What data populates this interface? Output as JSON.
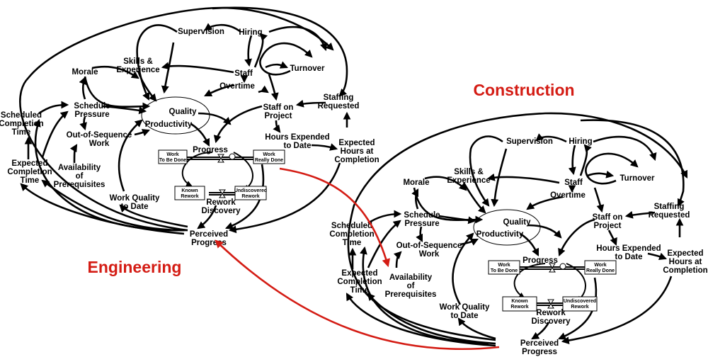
{
  "titles": {
    "engineering": "Engineering",
    "construction": "Construction",
    "title_color": "#d41c14"
  },
  "engineering": {
    "supervision": "Supervision",
    "hiring": "Hiring",
    "skills_1": "Skills &",
    "skills_2": "Experience",
    "morale": "Morale",
    "staff": "Staff",
    "turnover": "Turnover",
    "overtime": "Overtime",
    "staffing_1": "Staffing",
    "staffing_2": "Requested",
    "staff_on_1": "Staff on",
    "staff_on_2": "Project",
    "sched_pressure_1": "Schedule",
    "sched_pressure_2": "Pressure",
    "sched_completion_1": "Scheduled",
    "sched_completion_2": "Completion",
    "sched_completion_3": "Time",
    "quality": "Quality",
    "productivity": "Productivity",
    "oos_1": "Out-of-Sequence",
    "oos_2": "Work",
    "hours_exp_1": "Hours Expended",
    "hours_exp_2": "to Date",
    "exp_hours_1": "Expected",
    "exp_hours_2": "Hours at",
    "exp_hours_3": "Completion",
    "progress": "Progress",
    "work_tbd_1": "Work",
    "work_tbd_2": "To Be Done",
    "work_rd_1": "Work",
    "work_rd_2": "Really Done",
    "exp_completion_1": "Expected",
    "exp_completion_2": "Completion",
    "exp_completion_3": "Time",
    "avail_1": "Availability",
    "avail_2": "of",
    "avail_3": "Prerequisites",
    "known_1": "Known",
    "known_2": "Rework",
    "undisc_1": "Undiscovered",
    "undisc_2": "Rework",
    "rework_disc_1": "Rework",
    "rework_disc_2": "Discovery",
    "wq_1": "Work Quality",
    "wq_2": "to Date",
    "perceived_1": "Perceived",
    "perceived_2": "Progress"
  },
  "construction": {
    "supervision": "Supervision",
    "hiring": "Hiring",
    "skills_1": "Skills &",
    "skills_2": "Experience",
    "morale": "Morale",
    "staff": "Staff",
    "turnover": "Turnover",
    "overtime": "Overtime",
    "staffing_1": "Staffing",
    "staffing_2": "Requested",
    "staff_on_1": "Staff on",
    "staff_on_2": "Project",
    "sched_pressure_1": "Schedule",
    "sched_pressure_2": "Pressure",
    "sched_completion_1": "Scheduled",
    "sched_completion_2": "Completion",
    "sched_completion_3": "Time",
    "quality": "Quality",
    "productivity": "Productivity",
    "oos_1": "Out-of-Sequence",
    "oos_2": "Work",
    "hours_exp_1": "Hours Expended",
    "hours_exp_2": "to Date",
    "exp_hours_1": "Expected",
    "exp_hours_2": "Hours at",
    "exp_hours_3": "Completion",
    "progress": "Progress",
    "work_tbd_1": "Work",
    "work_tbd_2": "To Be Done",
    "work_rd_1": "Work",
    "work_rd_2": "Really Done",
    "exp_completion_1": "Expected",
    "exp_completion_2": "Completion",
    "exp_completion_3": "Time",
    "avail_1": "Availability",
    "avail_2": "of",
    "avail_3": "Prerequisites",
    "known_1": "Known",
    "known_2": "Rework",
    "undisc_1": "Undiscovered",
    "undisc_2": "Rework",
    "rework_disc_1": "Rework",
    "rework_disc_2": "Discovery",
    "wq_1": "Work Quality",
    "wq_2": "to Date",
    "perceived_1": "Perceived",
    "perceived_2": "Progress"
  },
  "colors": {
    "link": "#000000",
    "cross_link": "#d41c14"
  }
}
